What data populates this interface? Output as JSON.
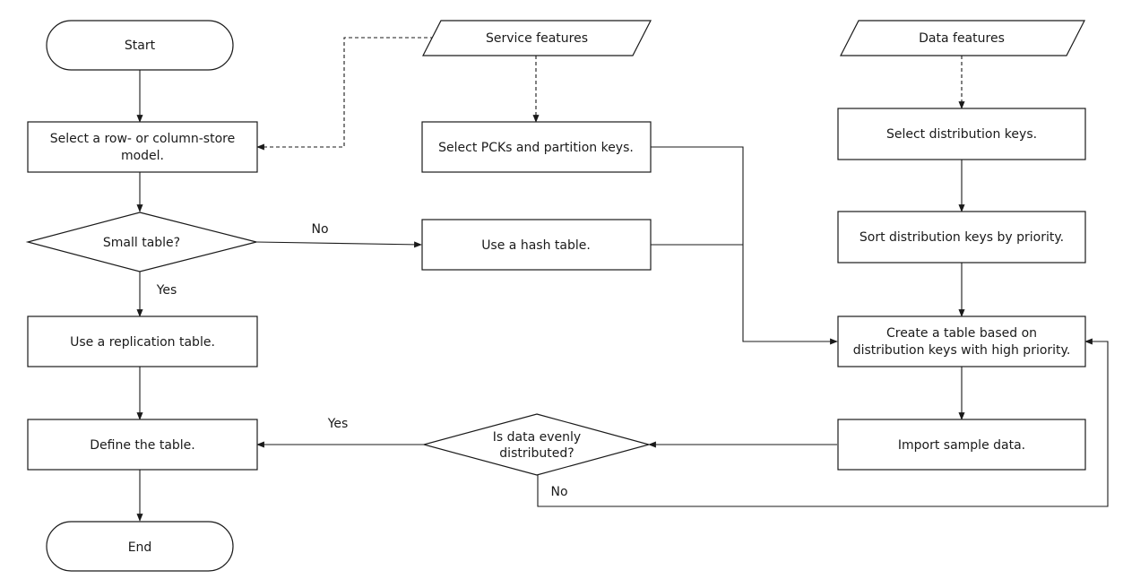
{
  "nodes": {
    "start": "Start",
    "service_features": "Service features",
    "data_features": "Data features",
    "select_model": [
      "Select a row- or column-store",
      "model."
    ],
    "select_pck": "Select PCKs and partition keys.",
    "select_dist_keys": "Select distribution keys.",
    "small_table": "Small table?",
    "use_hash": "Use a hash table.",
    "sort_dist_keys": "Sort distribution keys by priority.",
    "use_replication": "Use a replication table.",
    "create_table": [
      "Create a table based on",
      "distribution keys with high priority."
    ],
    "define_table": "Define the table.",
    "evenly_distributed": [
      "Is data evenly",
      "distributed?"
    ],
    "import_sample": "Import sample data.",
    "end": "End"
  },
  "edge_labels": {
    "small_no": "No",
    "small_yes": "Yes",
    "even_yes": "Yes",
    "even_no": "No"
  }
}
